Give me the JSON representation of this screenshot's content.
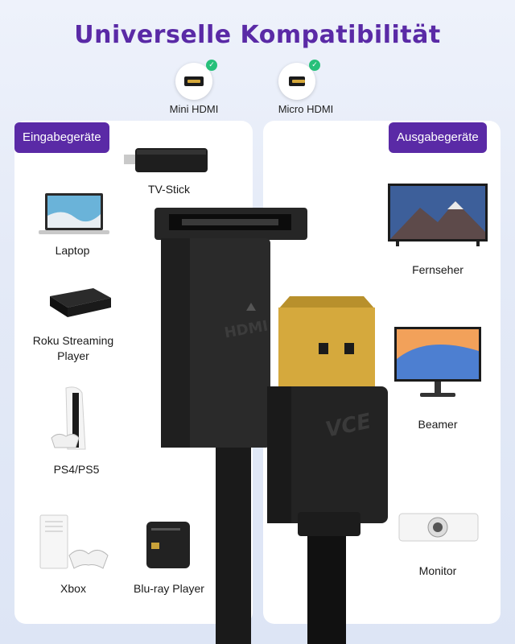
{
  "title": "Universelle Kompatibilität",
  "ports": [
    {
      "label": "Mini HDMI",
      "icon": "mini-hdmi-port-icon"
    },
    {
      "label": "Micro HDMI",
      "icon": "micro-hdmi-port-icon"
    }
  ],
  "input_panel": {
    "tag": "Eingabegeräte",
    "devices": [
      "TV-Stick",
      "Laptop",
      "Roku Streaming Player",
      "PS4/PS5",
      "Xbox",
      "Blu-ray Player"
    ]
  },
  "output_panel": {
    "tag": "Ausgabegeräte",
    "devices": [
      "Fernseher",
      "Beamer",
      "Monitor"
    ]
  },
  "cable": {
    "female_logo": "HDMI",
    "male_logo": "VCE"
  },
  "colors": {
    "accent": "#5a2aa6",
    "check": "#27c07a",
    "gold": "#d4a73a",
    "cable": "#1c1c1c"
  }
}
